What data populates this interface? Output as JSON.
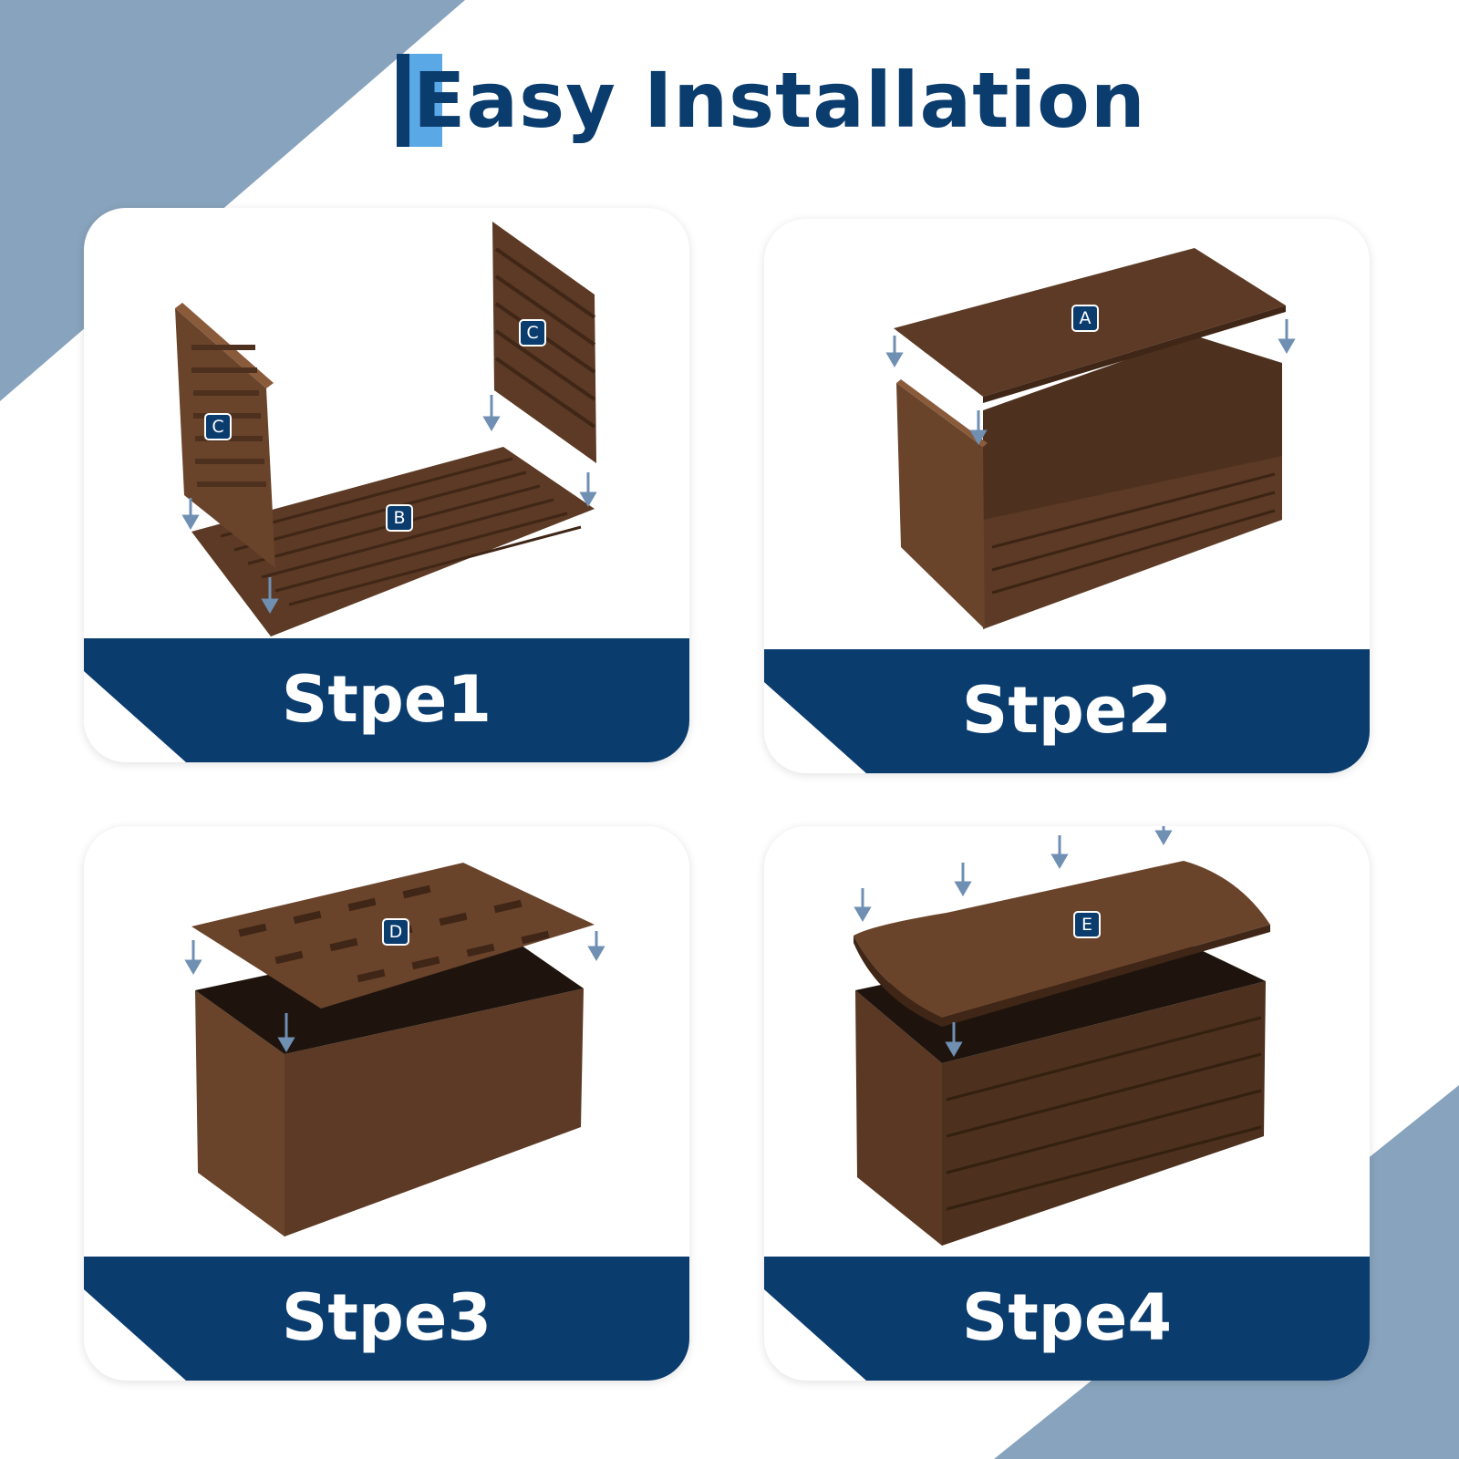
{
  "title": "Easy Installation",
  "colors": {
    "navy": "#0a3c6e",
    "accent_light": "#5aa9e6",
    "backdrop": "#88a3bd",
    "panel_brown": "#5c3a25"
  },
  "steps": [
    {
      "label": "Stpe1",
      "tags": [
        "C",
        "C",
        "B"
      ]
    },
    {
      "label": "Stpe2",
      "tags": [
        "A"
      ]
    },
    {
      "label": "Stpe3",
      "tags": [
        "D"
      ]
    },
    {
      "label": "Stpe4",
      "tags": [
        "E"
      ]
    }
  ]
}
